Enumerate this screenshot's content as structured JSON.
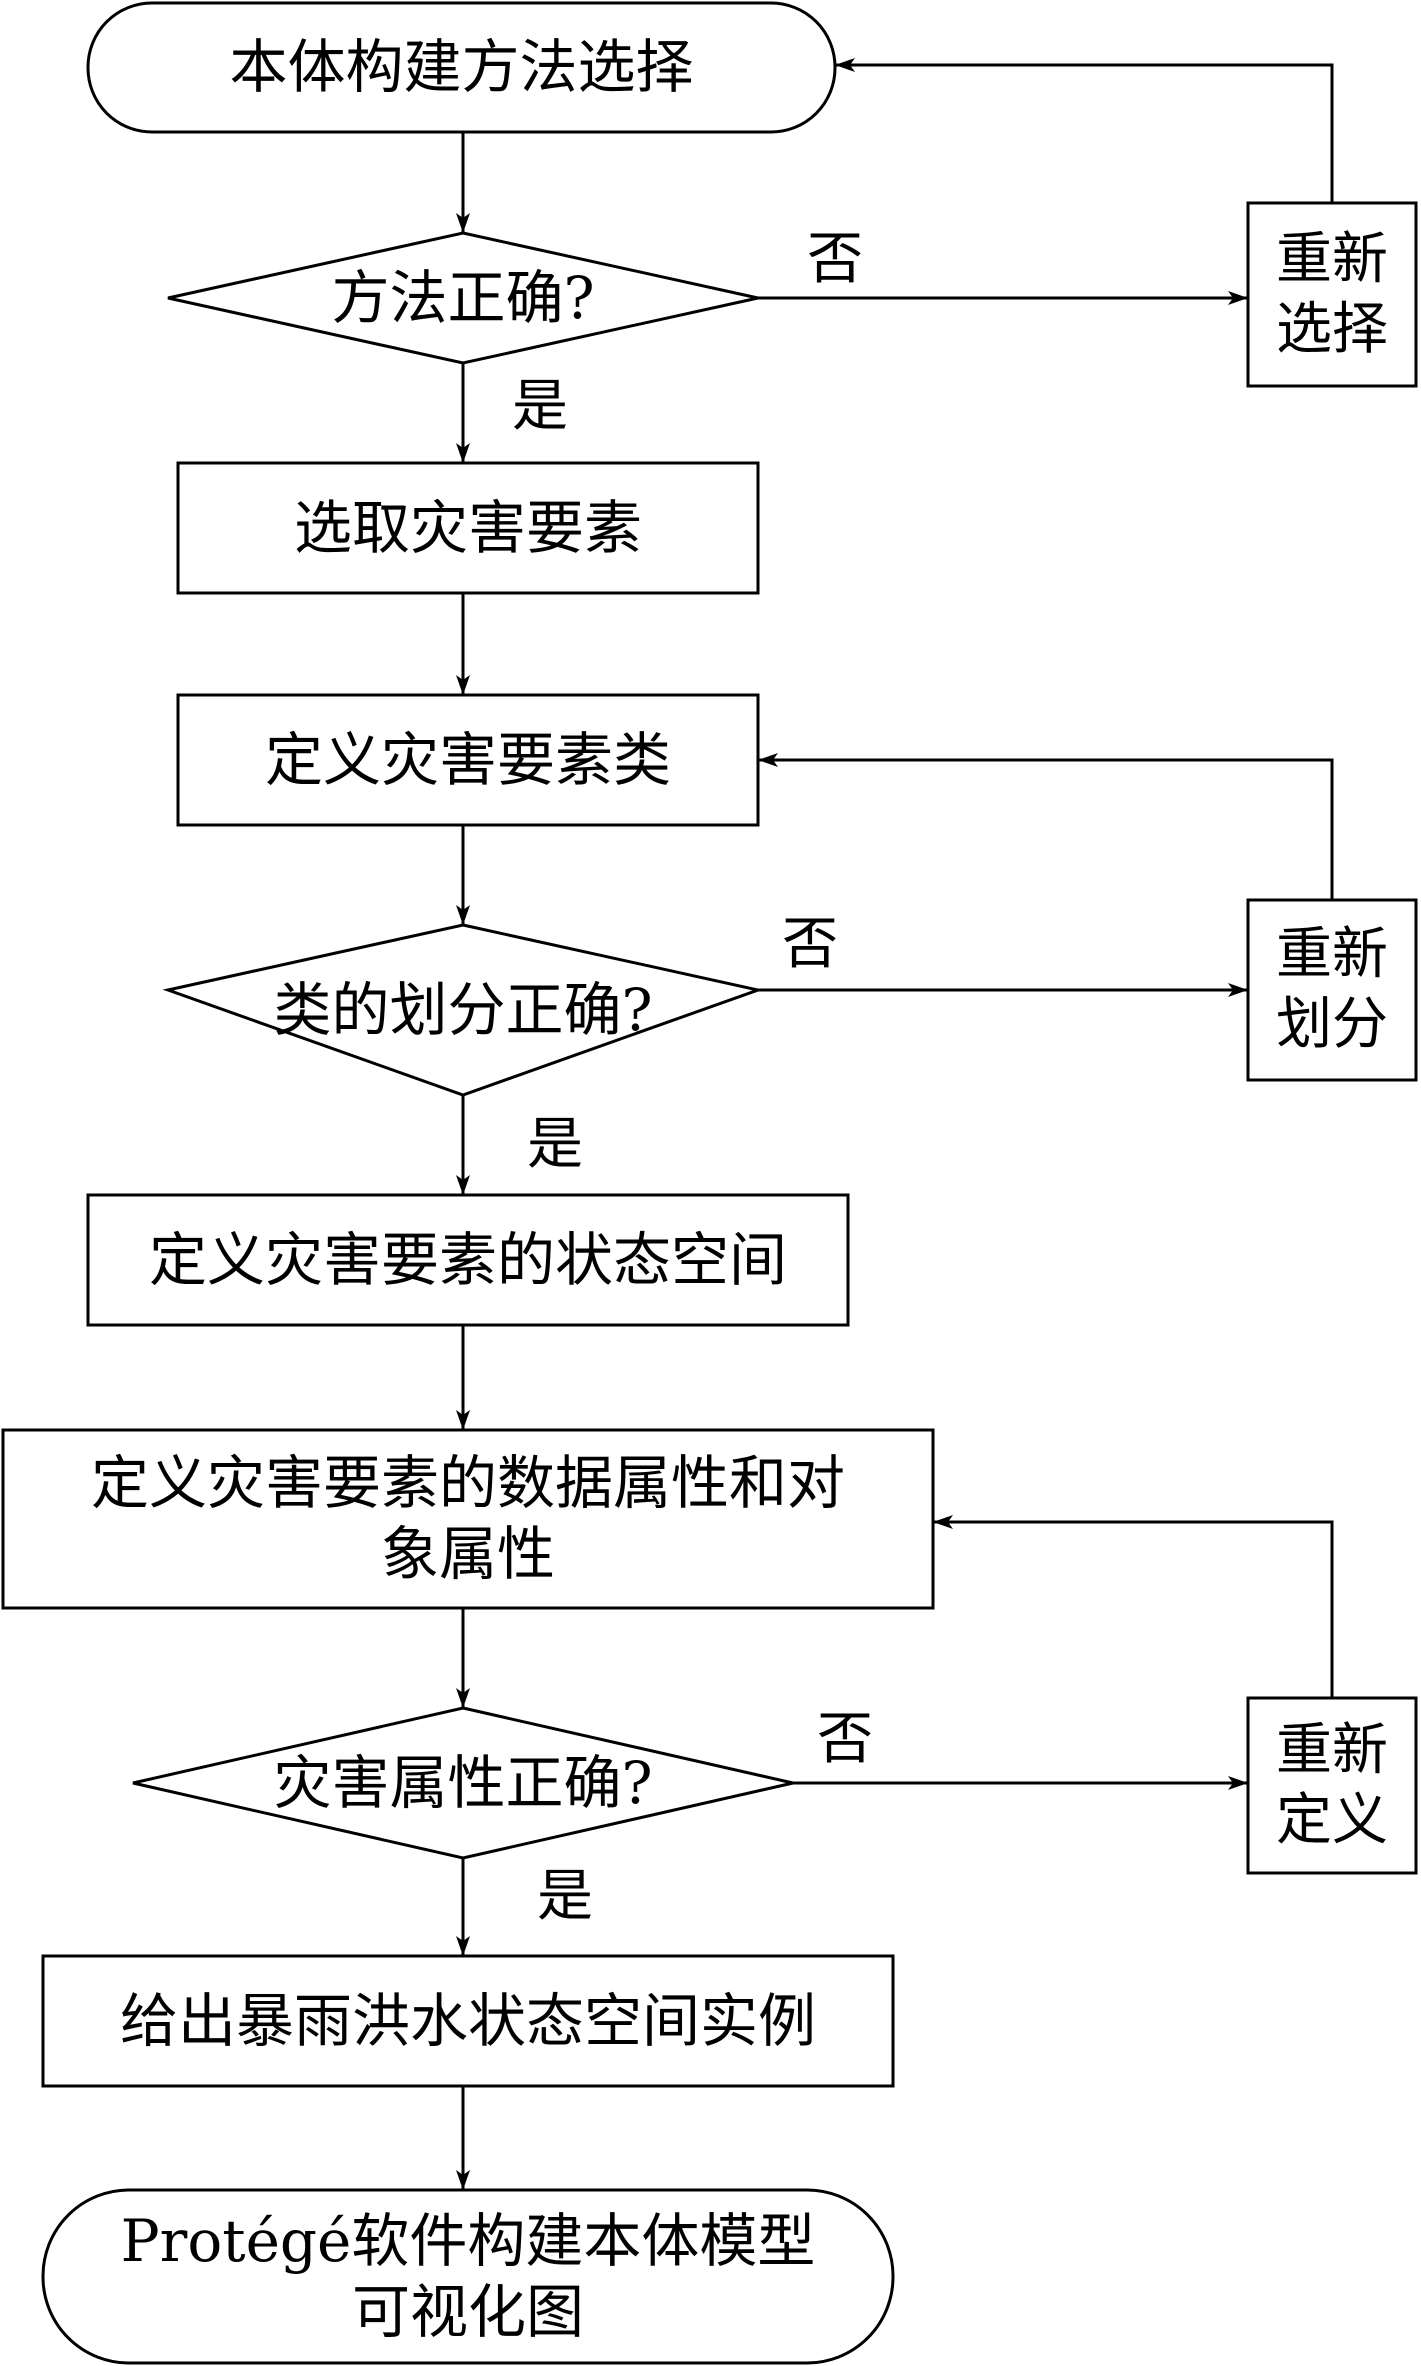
{
  "nodes": {
    "start": "本体构建方法选择",
    "q1": "方法正确?",
    "step1": "选取灾害要素",
    "step2": "定义灾害要素类",
    "q2": "类的划分正确?",
    "step3": "定义灾害要素的状态空间",
    "step4": "定义灾害要素的数据属性和对\n象属性",
    "q3": "灾害属性正确?",
    "step5": "给出暴雨洪水状态空间实例",
    "end": "Protégé软件构建本体模型\n可视化图"
  },
  "side": {
    "redo1": "重新\n选择",
    "redo2": "重新\n划分",
    "redo3": "重新\n定义"
  },
  "edges": {
    "yes": "是",
    "no": "否"
  }
}
